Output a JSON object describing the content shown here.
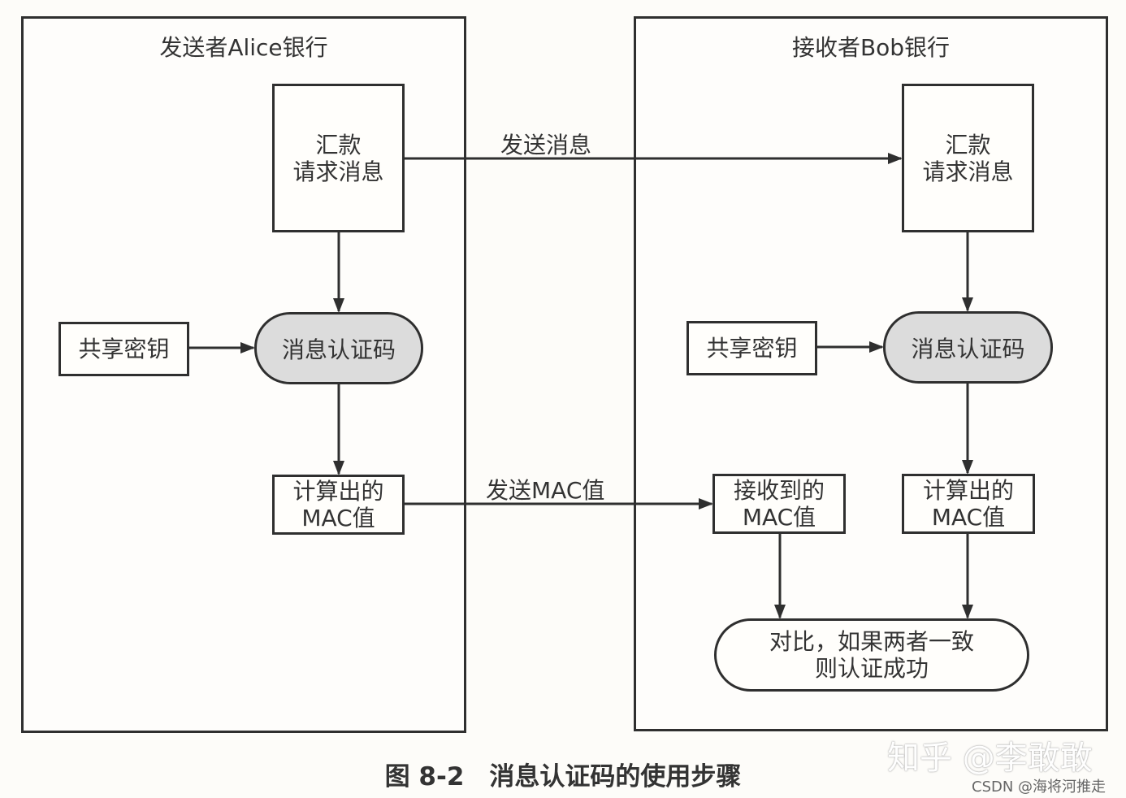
{
  "sender": {
    "title": "发送者Alice银行",
    "message_box": [
      "汇款",
      "请求消息"
    ],
    "shared_key": "共享密钥",
    "mac_function": "消息认证码",
    "computed_mac": [
      "计算出的",
      "MAC值"
    ]
  },
  "receiver": {
    "title": "接收者Bob银行",
    "message_box": [
      "汇款",
      "请求消息"
    ],
    "shared_key": "共享密钥",
    "mac_function": "消息认证码",
    "received_mac": [
      "接收到的",
      "MAC值"
    ],
    "computed_mac": [
      "计算出的",
      "MAC值"
    ],
    "result": [
      "对比，如果两者一致",
      "则认证成功"
    ]
  },
  "edges": {
    "send_message": "发送消息",
    "send_mac": "发送MAC值"
  },
  "caption": "图 8-2　消息认证码的使用步骤",
  "watermark": "知乎 @李敢敢",
  "credit": "CSDN @海将河推走",
  "colors": {
    "line": "#2f2f2f",
    "pill_fill": "#dcdcdc",
    "background": "#fdfcf9"
  }
}
